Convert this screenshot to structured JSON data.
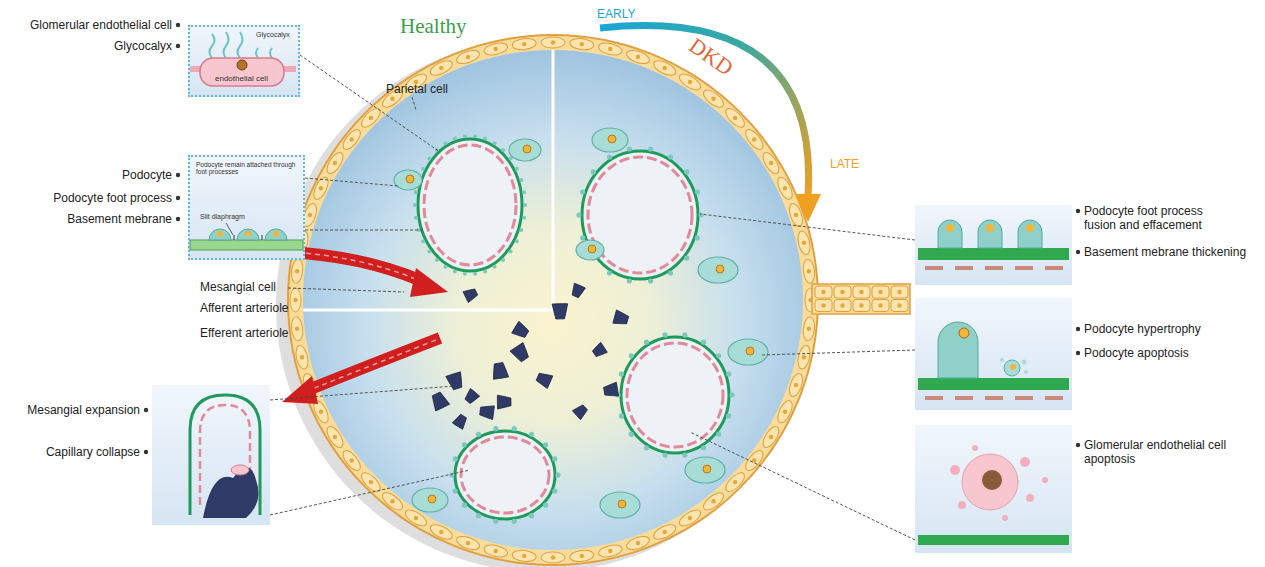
{
  "diagram": {
    "nodes": [
      {
        "text": [
          "Glycocalyx",
          "endothelial cell"
        ]
      },
      {
        "text": [
          "Podocyte remain attached through foot processes",
          "Slit diaphragm"
        ]
      }
    ],
    "labels": [
      "Healthy",
      "EARLY",
      "DKD",
      "LATE",
      "Glomerular endothelial cell",
      "Glycocalyx",
      "Parietal cell",
      "Podocyte",
      "Podocyte foot process",
      "Basement mebrane",
      "Mesangial cell",
      "Afferent arteriole",
      "Efferent arteriole",
      "Mesangial expansion",
      "Capillary collapse",
      "Podocyte foot process fusion and effacement",
      "Basement mebrane thickening",
      "Podocyte hypertrophy",
      "Podocyte apoptosis",
      "Glomerular endothelial cell apoptosis"
    ]
  }
}
